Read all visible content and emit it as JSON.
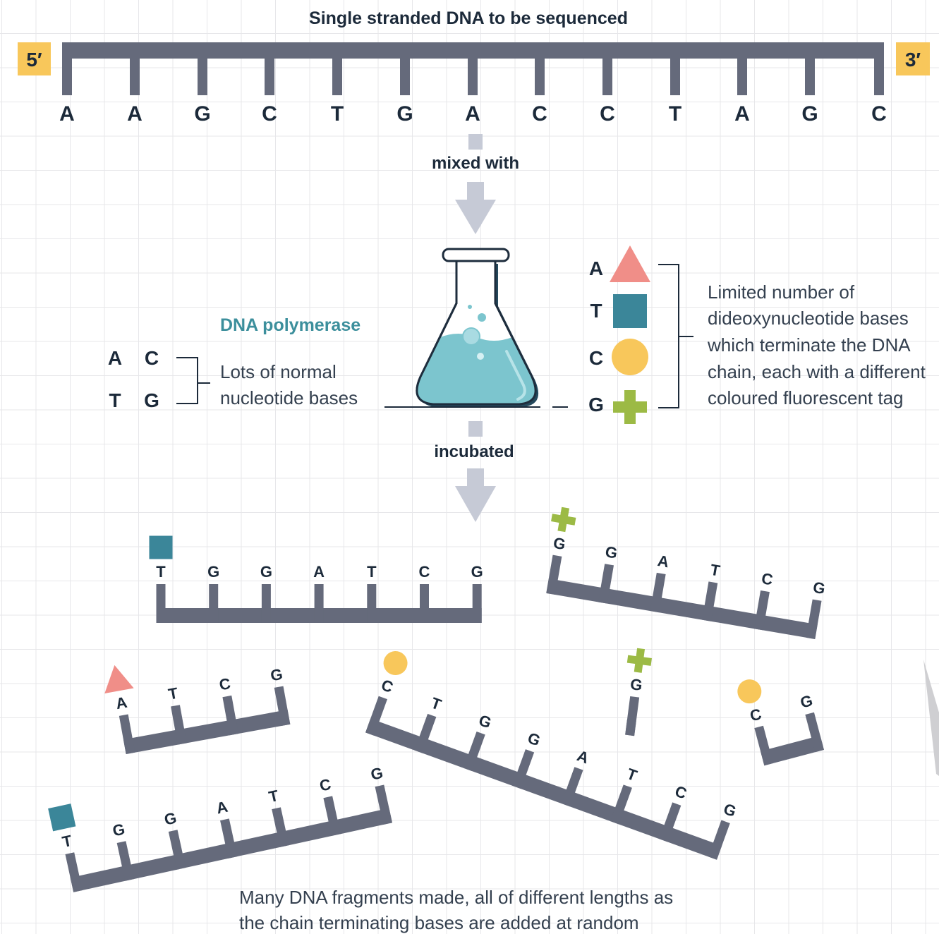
{
  "title": "Single stranded DNA to be sequenced",
  "strand": {
    "five_prime": "5′",
    "three_prime": "3′",
    "bases": [
      "A",
      "A",
      "G",
      "C",
      "T",
      "G",
      "A",
      "C",
      "C",
      "T",
      "A",
      "G",
      "C"
    ]
  },
  "steps": {
    "mixed_with": "mixed with",
    "incubated": "incubated"
  },
  "polymerase": {
    "label": "DNA polymerase",
    "bases": [
      [
        "A",
        "C"
      ],
      [
        "T",
        "G"
      ]
    ],
    "description": [
      "Lots of normal",
      "nucleotide bases"
    ]
  },
  "dideoxy": {
    "tags": [
      {
        "base": "A",
        "shape": "triangle",
        "color": "#f08e88"
      },
      {
        "base": "T",
        "shape": "square",
        "color": "#3b8699"
      },
      {
        "base": "C",
        "shape": "circle",
        "color": "#f8c75b"
      },
      {
        "base": "G",
        "shape": "cross",
        "color": "#9cba45"
      }
    ],
    "description": [
      "Limited number of",
      "dideoxynucleotide bases",
      "which terminate the DNA",
      "chain, each with a different",
      "coloured fluorescent tag"
    ]
  },
  "fragments": [
    {
      "bases": [
        "T",
        "G",
        "G",
        "A",
        "T",
        "C",
        "G"
      ],
      "tag_icon": "square"
    },
    {
      "bases": [
        "G",
        "G",
        "A",
        "T",
        "C",
        "G"
      ],
      "tag_icon": "cross"
    },
    {
      "bases": [
        "A",
        "T",
        "C",
        "G"
      ],
      "tag_icon": "triangle"
    },
    {
      "bases": [
        "T",
        "G",
        "G",
        "A",
        "T",
        "C",
        "G"
      ],
      "tag_icon": "square"
    },
    {
      "bases": [
        "C",
        "T",
        "G",
        "G",
        "A",
        "T",
        "C",
        "G"
      ],
      "tag_icon": "circle"
    },
    {
      "bases": [
        "G"
      ],
      "tag_icon": "cross"
    },
    {
      "bases": [
        "C",
        "G"
      ],
      "tag_icon": "circle"
    }
  ],
  "caption": [
    "Many DNA fragments made, all of different lengths as",
    "the chain terminating bases are added at random"
  ],
  "colors": {
    "strand": "#656a7b",
    "text": "#1c2a3a",
    "arrow": "#c6cad6",
    "label_box": "#f8c75b",
    "polymerase_label": "#3c8f9c",
    "flask_liquid": "#7cc5ce",
    "flask_outline": "#1e2d3d"
  }
}
